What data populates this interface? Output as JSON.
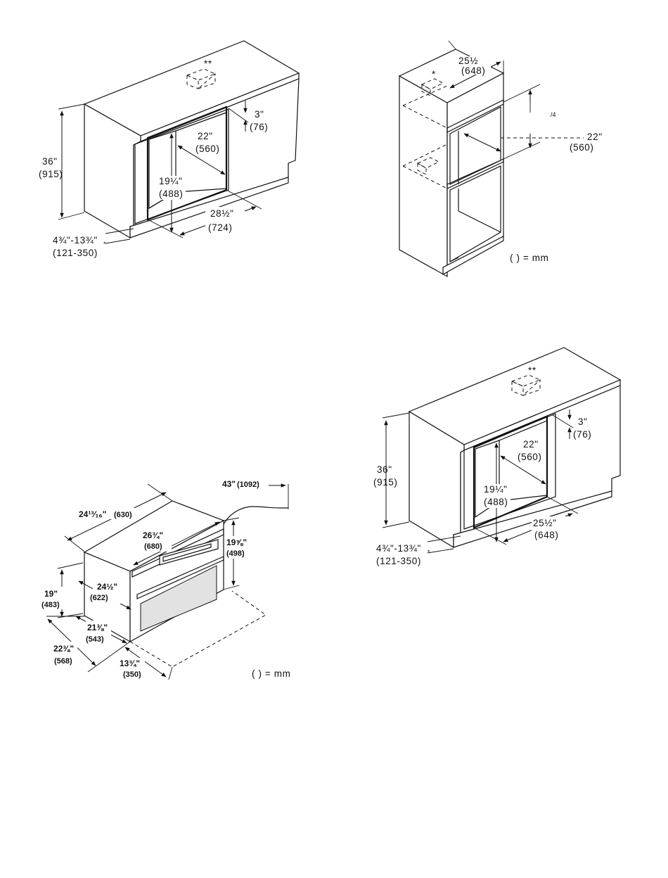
{
  "diagram1": {
    "star": "**",
    "gap_in": "3\"",
    "gap_mm": "(76)",
    "depth_in": "22\"",
    "depth_mm": "(560)",
    "height_in": "36\"",
    "height_mm": "(915)",
    "open_h_in": "19¼\"",
    "open_h_mm": "(488)",
    "open_w_in": "28½\"",
    "open_w_mm": "(724)",
    "toe_in": "4¾\"-13¾\"",
    "toe_star": "*",
    "toe_mm": "(121-350)"
  },
  "diagram2": {
    "star_top": "*",
    "width_in": "25½",
    "width_mm": "(648)",
    "slash_label": "/4",
    "depth_in": "22\"",
    "depth_mm": "(560)",
    "units": "( ) = mm"
  },
  "diagram3": {
    "cord_in": "43\"",
    "cord_mm": "(1092)",
    "depth_total_in": "24¹³⁄₁₆\"",
    "depth_total_mm": "(630)",
    "width_in": "26¾\"",
    "width_mm": "(680)",
    "front_h_in": "19⅝\"",
    "front_h_mm": "(498)",
    "body_h_in": "19\"",
    "body_h_mm": "(483)",
    "body_w_in": "24½\"",
    "body_w_mm": "(622)",
    "body_d_in": "21⅜\"",
    "body_d_mm": "(543)",
    "outer_d_in": "22⅜\"",
    "outer_d_mm": "(568)",
    "clear_in": "13¾\"",
    "clear_mm": "(350)",
    "units": "( ) = mm"
  },
  "diagram4": {
    "star": "**",
    "gap_in": "3\"",
    "gap_mm": "(76)",
    "depth_in": "22\"",
    "depth_mm": "(560)",
    "height_in": "36\"",
    "height_mm": "(915)",
    "open_h_in": "19¼\"",
    "open_h_mm": "(488)",
    "open_w_in": "25½\"",
    "open_w_mm": "(648)",
    "toe_in": "4¾\"-13¾\"",
    "toe_star": "*",
    "toe_mm": "(121-350)"
  }
}
